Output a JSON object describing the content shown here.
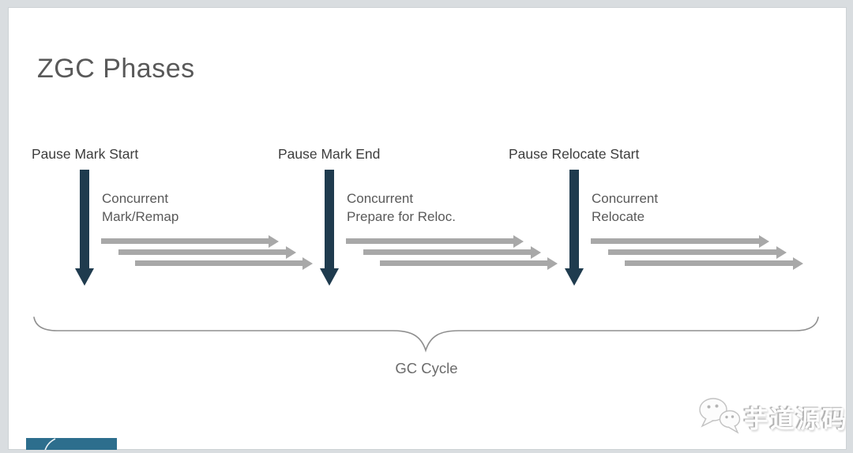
{
  "slide": {
    "title": "ZGC Phases",
    "phases": [
      {
        "pause_label": "Pause Mark Start",
        "concurrent_line1": "Concurrent",
        "concurrent_line2": "Mark/Remap"
      },
      {
        "pause_label": "Pause Mark End",
        "concurrent_line1": "Concurrent",
        "concurrent_line2": "Prepare for Reloc."
      },
      {
        "pause_label": "Pause Relocate Start",
        "concurrent_line1": "Concurrent",
        "concurrent_line2": "Relocate"
      }
    ],
    "brace_label": "GC Cycle",
    "colors": {
      "pause_arrow": "#1f3b4e",
      "concurrent_arrow": "#a8a8a8",
      "title_text": "#595959",
      "pause_label_text": "#3d3d3d",
      "concurrent_label_text": "#595959",
      "brace_line": "#8f8f8f",
      "frame_background": "#d9dde0",
      "logo_block": "#2d6e8d"
    }
  },
  "watermark": {
    "text": "芋道源码",
    "icon": "wechat-chat-bubbles"
  }
}
